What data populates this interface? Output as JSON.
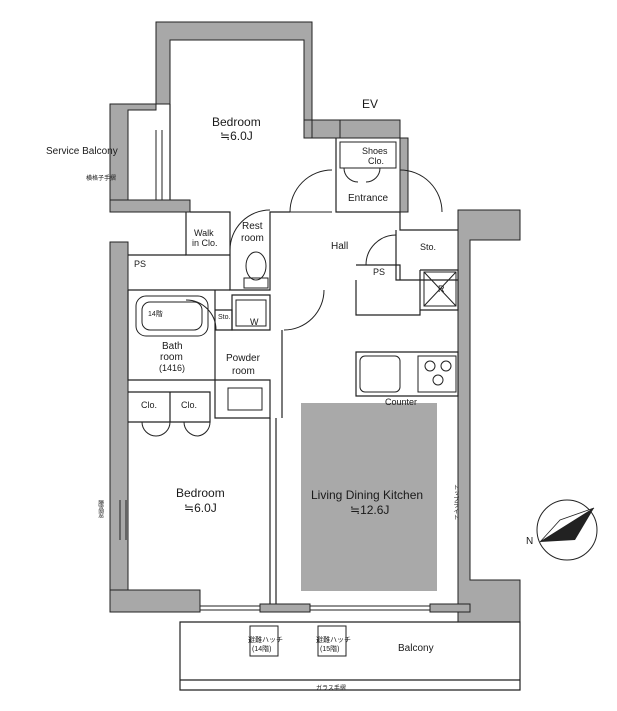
{
  "colors": {
    "wall": "#a8a8a8",
    "wall_outline": "#222222",
    "ldk_fill": "#a9a9a9",
    "line": "#222222",
    "background": "#ffffff"
  },
  "rooms": {
    "bedroom_north": {
      "name": "Bedroom",
      "size": "≒6.0J"
    },
    "bedroom_south": {
      "name": "Bedroom",
      "size": "≒6.0J"
    },
    "ldk": {
      "name": "Living Dining Kitchen",
      "size": "≒12.6J"
    },
    "ev": "EV",
    "service_balcony": "Service Balcony",
    "railing_note": "横格子手摺",
    "shoes_closet": [
      "Shoes",
      "Clo."
    ],
    "entrance": "Entrance",
    "walk_in_closet": [
      "Walk",
      "in Clo."
    ],
    "rest_room": [
      "Rest",
      "room"
    ],
    "hall": "Hall",
    "storage_entrance": "Sto.",
    "ps_left": "PS",
    "ps_right": "PS",
    "refrigerator": "R",
    "bath_room": [
      "Bath",
      "room",
      "(1416)"
    ],
    "hatch_bath": "14階",
    "washer": "W",
    "storage_small": "Sto.",
    "powder_room": [
      "Powder",
      "room"
    ],
    "closet_1": "Clo.",
    "closet_2": "Clo.",
    "counter": "Counter",
    "window_note_left": "腰高窓",
    "window_note_right": "トップライト",
    "balcony": "Balcony",
    "hatch_1": [
      "避難ハッチ",
      "(14階)"
    ],
    "hatch_2": [
      "避難ハッチ",
      "(15階)"
    ],
    "glass_railing": "ガラス手摺",
    "compass": "N"
  }
}
